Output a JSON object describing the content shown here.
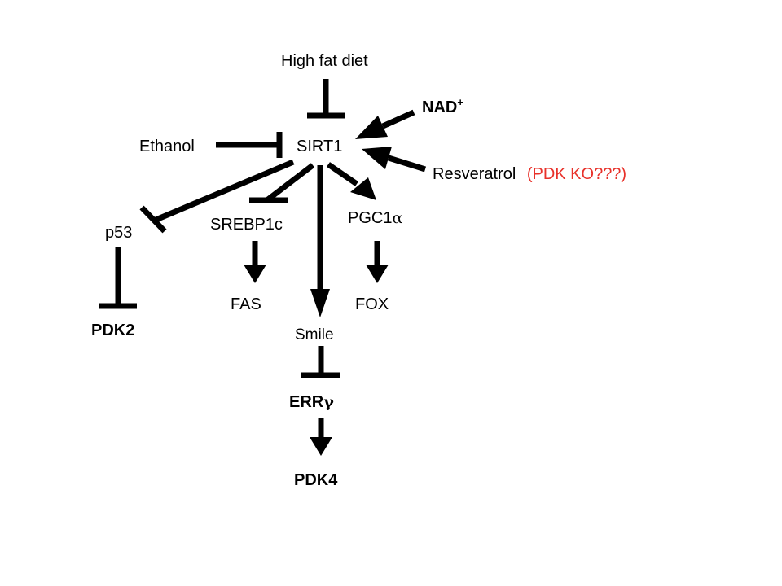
{
  "nodes": {
    "high_fat_diet": "High fat diet",
    "nad": "NAD",
    "nad_sup": "+",
    "ethanol": "Ethanol",
    "sirt1": "SIRT1",
    "resveratrol": "Resveratrol",
    "pdk_ko_note": "(PDK KO???)",
    "p53": "p53",
    "srebp1c": "SREBP1c",
    "pgc1": "PGC1",
    "pgc1_greek": "α",
    "fas": "FAS",
    "fox": "FOX",
    "pdk2": "PDK2",
    "smile": "Smile",
    "err": "ERR",
    "err_greek": "γ",
    "pdk4": "PDK4"
  },
  "edges": [
    {
      "id": "high-fat-diet-inhibits-sirt1",
      "from": "High fat diet",
      "to": "SIRT1",
      "type": "inhibition"
    },
    {
      "id": "nad-activates-sirt1",
      "from": "NAD+",
      "to": "SIRT1",
      "type": "activation"
    },
    {
      "id": "ethanol-inhibits-sirt1",
      "from": "Ethanol",
      "to": "SIRT1",
      "type": "inhibition"
    },
    {
      "id": "resveratrol-activates-sirt1",
      "from": "Resveratrol",
      "to": "SIRT1",
      "type": "activation"
    },
    {
      "id": "sirt1-inhibits-p53",
      "from": "SIRT1",
      "to": "p53",
      "type": "inhibition"
    },
    {
      "id": "sirt1-inhibits-srebp1c",
      "from": "SIRT1",
      "to": "SREBP1c",
      "type": "inhibition"
    },
    {
      "id": "sirt1-activates-smile",
      "from": "SIRT1",
      "to": "Smile",
      "type": "activation"
    },
    {
      "id": "sirt1-activates-pgc1a",
      "from": "SIRT1",
      "to": "PGC1α",
      "type": "activation"
    },
    {
      "id": "srebp1c-activates-fas",
      "from": "SREBP1c",
      "to": "FAS",
      "type": "activation"
    },
    {
      "id": "pgc1a-activates-fox",
      "from": "PGC1α",
      "to": "FOX",
      "type": "activation"
    },
    {
      "id": "p53-inhibits-pdk2",
      "from": "p53",
      "to": "PDK2",
      "type": "inhibition"
    },
    {
      "id": "smile-inhibits-errg",
      "from": "Smile",
      "to": "ERRγ",
      "type": "inhibition"
    },
    {
      "id": "errg-activates-pdk4",
      "from": "ERRγ",
      "to": "PDK4",
      "type": "activation"
    }
  ],
  "colors": {
    "ink": "#000000",
    "note": "#e8312a",
    "background": "#ffffff"
  }
}
